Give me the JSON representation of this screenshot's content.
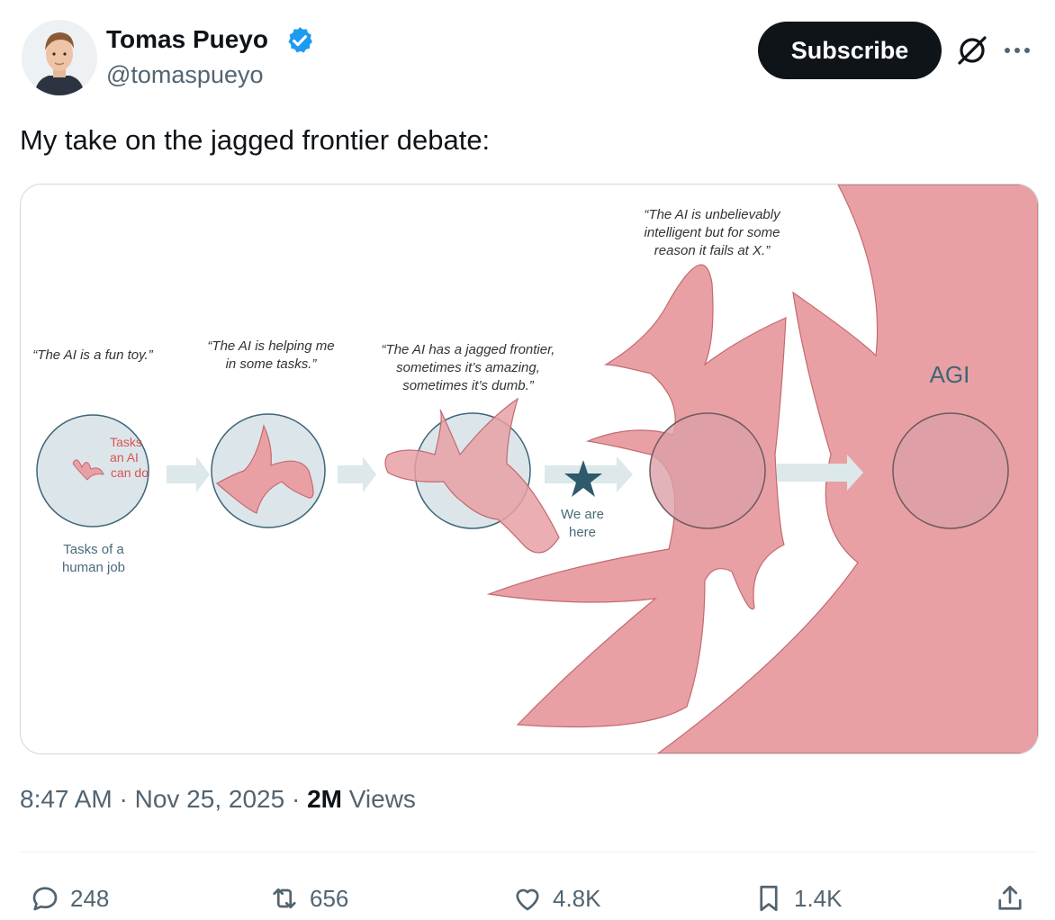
{
  "author": {
    "name": "Tomas Pueyo",
    "handle": "@tomaspueyo"
  },
  "header": {
    "subscribe_label": "Subscribe",
    "icons": [
      "verified-badge-icon",
      "grok-icon",
      "more-icon"
    ]
  },
  "tweet": {
    "text": "My take on the jagged frontier debate:"
  },
  "figure": {
    "quote1": "“The AI is a fun toy.”",
    "quote2": [
      "“The AI is helping me",
      "in some tasks.”"
    ],
    "quote3": [
      "“The AI has a jagged frontier,",
      "sometimes it’s amazing,",
      "sometimes it’s dumb.”"
    ],
    "quote4": [
      "“The AI is unbelievably",
      "intelligent but for some",
      "reason it fails at X.”"
    ],
    "tasks_ai": [
      "Tasks",
      "an AI",
      "can do"
    ],
    "tasks_job": [
      "Tasks of a",
      "human job"
    ],
    "we_are_here": [
      "We are",
      "here"
    ],
    "agi": "AGI",
    "colors": {
      "pink": "#e8a0a4",
      "circle_fill": "#dce6ea",
      "circle_stroke": "#3f6577",
      "arrow": "#dce8e9",
      "star": "#2e5a6b",
      "red_text": "#d9534f"
    }
  },
  "meta": {
    "time": "8:47 AM · Nov 25, 2025 · ",
    "views_count": "2M",
    "views_label": " Views"
  },
  "actions": {
    "replies": "248",
    "reposts": "656",
    "likes": "4.8K",
    "bookmarks": "1.4K"
  }
}
